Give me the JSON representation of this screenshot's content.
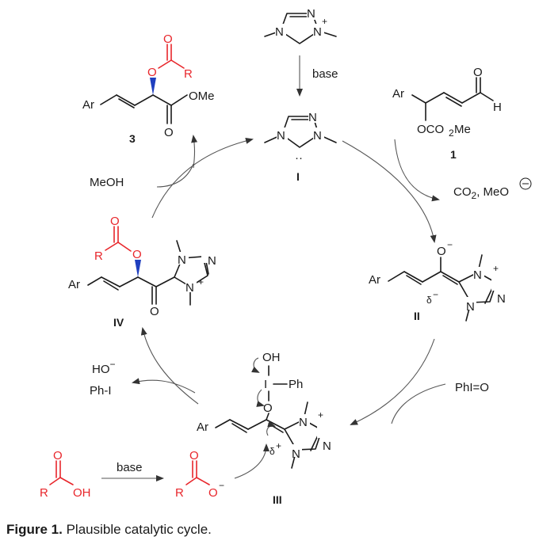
{
  "reagents": {
    "base_top": "base",
    "methanol": "MeOH",
    "byproducts_1": "CO",
    "byproducts_1_sub": "2",
    "byproducts_1_rest": ", MeO",
    "oxidant": "PhI=O",
    "hydroxide": "HO",
    "iodobenzene": "Ph-I",
    "base_bottom": "base"
  },
  "labels": {
    "product": "3",
    "catalyst": "I",
    "substrate": "1",
    "intermediate_2": "II",
    "intermediate_3": "III",
    "intermediate_4": "IV"
  },
  "atoms": {
    "N": "N",
    "O": "O",
    "H": "H",
    "R": "R",
    "Ar": "Ar",
    "I": "I",
    "OH": "OH",
    "OMe": "OMe",
    "Ph": "Ph",
    "ester_group": "OCO",
    "ester_sub": "2",
    "ester_me": "Me",
    "plus": "+",
    "minus": "−",
    "delta_minus": "δ",
    "delta_plus": "δ",
    "lone_pair": "··"
  },
  "caption": {
    "bold": "Figure 1.",
    "text": " Plausible catalytic cycle."
  },
  "colors": {
    "acyl_highlight": "#e8262b",
    "stereo_wedge": "#1f3fbf",
    "ink": "#1a1a1a",
    "arrow": "#555555"
  }
}
